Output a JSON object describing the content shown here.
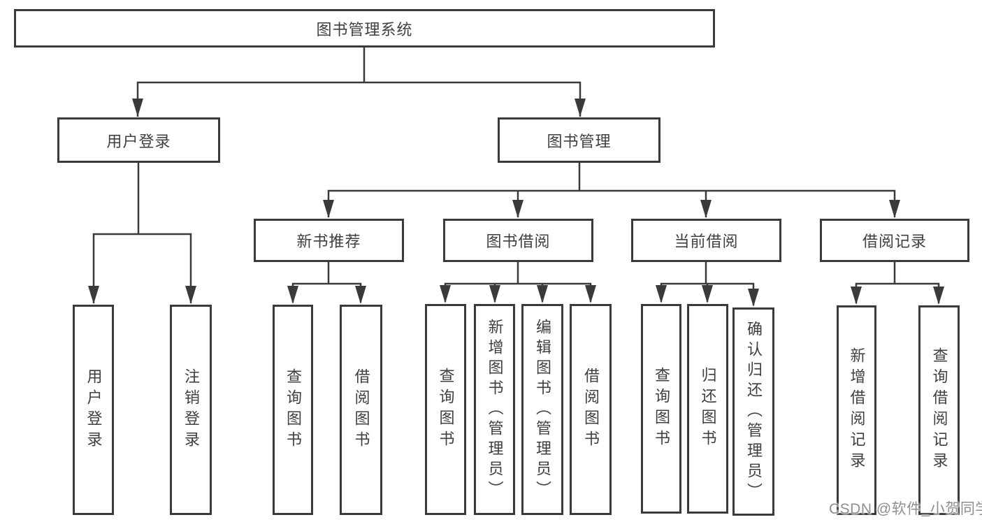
{
  "diagram": {
    "root": {
      "label": "图书管理系统"
    },
    "level2": [
      {
        "label": "用户登录"
      },
      {
        "label": "图书管理"
      }
    ],
    "level3": [
      {
        "label": "新书推荐"
      },
      {
        "label": "图书借阅"
      },
      {
        "label": "当前借阅"
      },
      {
        "label": "借阅记录"
      }
    ],
    "leaves": [
      {
        "label": "用户登录"
      },
      {
        "label": "注销登录"
      },
      {
        "label": "查询图书"
      },
      {
        "label": "借阅图书"
      },
      {
        "label": "查询图书"
      },
      {
        "label": "新增图书（管理员）"
      },
      {
        "label": "编辑图书（管理员）"
      },
      {
        "label": "借阅图书"
      },
      {
        "label": "查询图书"
      },
      {
        "label": "归还图书"
      },
      {
        "label": "确认归还（管理员）"
      },
      {
        "label": "新增借阅记录"
      },
      {
        "label": "查询借阅记录"
      }
    ],
    "watermark": "CSDN @软件_小贺同学",
    "colors": {
      "line": "#3a3a3a",
      "border": "#3a3a3a",
      "text": "#3f3f3f",
      "watermark": "#8e8f92",
      "background": "#ffffff"
    }
  }
}
